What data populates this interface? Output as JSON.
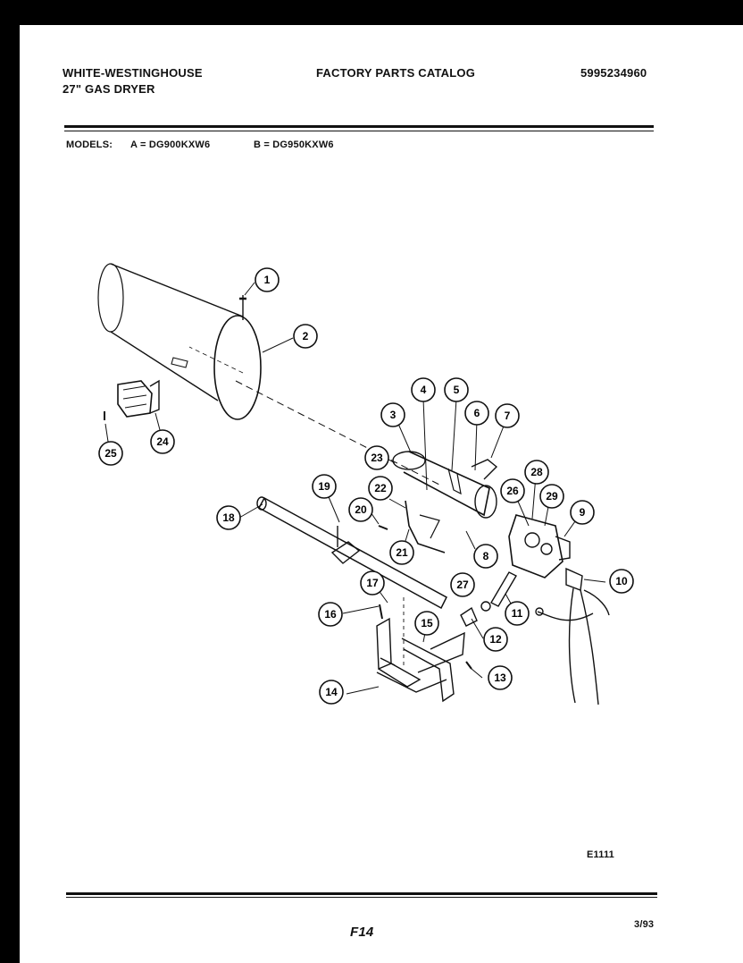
{
  "header": {
    "brand": "WHITE-WESTINGHOUSE",
    "product": "27\" GAS DRYER",
    "catalog_title": "FACTORY PARTS CATALOG",
    "catalog_number": "5995234960"
  },
  "models": {
    "label": "MODELS:",
    "a": "A = DG900KXW6",
    "b": "B = DG950KXW6"
  },
  "callouts": [
    "1",
    "2",
    "3",
    "4",
    "5",
    "6",
    "7",
    "8",
    "9",
    "10",
    "11",
    "12",
    "13",
    "14",
    "15",
    "16",
    "17",
    "18",
    "19",
    "20",
    "21",
    "22",
    "23",
    "24",
    "25",
    "26",
    "27",
    "28",
    "29"
  ],
  "footer": {
    "drawing_code": "E1111",
    "page": "F14",
    "date": "3/93"
  },
  "colors": {
    "ink": "#111111",
    "paper": "#ffffff",
    "border": "#000000"
  }
}
